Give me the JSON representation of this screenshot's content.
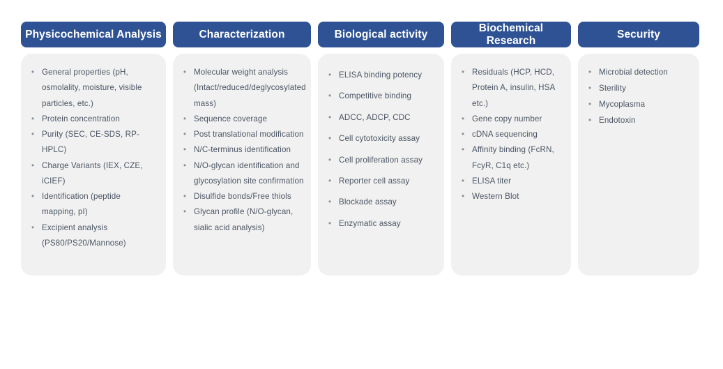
{
  "slide": {
    "title": "",
    "columns": [
      {
        "id": "physicochemical-analysis",
        "header": "Physicochemical Analysis",
        "items": [
          "General properties (pH, osmolality, moisture, visible particles, etc.)",
          "Protein concentration",
          "Purity (SEC,  CE-SDS, RP-HPLC)",
          "Charge Variants (IEX, CZE, iCIEF)",
          "Identification (peptide mapping, pI)",
          "Excipient analysis (PS80/PS20/Mannose)"
        ]
      },
      {
        "id": "characterization",
        "header": "Characterization",
        "items": [
          "Molecular weight analysis (Intact/reduced/deglycosylated mass)",
          "Sequence coverage",
          "Post translational modification",
          "N/C-terminus identification",
          "N/O-glycan identification and glycosylation site confirmation",
          "Disulfide bonds/Free thiols",
          "Glycan profile (N/O-glycan, sialic acid analysis)"
        ]
      },
      {
        "id": "biological-activity",
        "header": "Biological activity",
        "items": [
          "ELISA binding potency",
          "Competitive binding",
          "ADCC, ADCP, CDC",
          "Cell cytotoxicity assay",
          "Cell proliferation assay",
          "Reporter cell assay",
          "Blockade assay",
          "Enzymatic assay"
        ]
      },
      {
        "id": "biochemical-research",
        "header": "Biochemical Research",
        "items": [
          "Residuals (HCP, HCD, Protein A, insulin, HSA etc.)",
          "Gene copy number",
          "cDNA sequencing",
          "Affinity binding (FcRN, FcyR, C1q etc.)",
          "ELISA titer",
          "Western Blot"
        ]
      },
      {
        "id": "security",
        "header": "Security",
        "items": [
          "Microbial detection",
          "Sterility",
          "Mycoplasma",
          "Endotoxin"
        ]
      }
    ],
    "bullet_glyph": "•"
  },
  "colors": {
    "header_blue": "#2E5294",
    "card_gray": "#F1F1F1",
    "text_gray": "#4B5563",
    "bullet_gray": "#8A8F98",
    "page_background": "#FFFFFF"
  }
}
